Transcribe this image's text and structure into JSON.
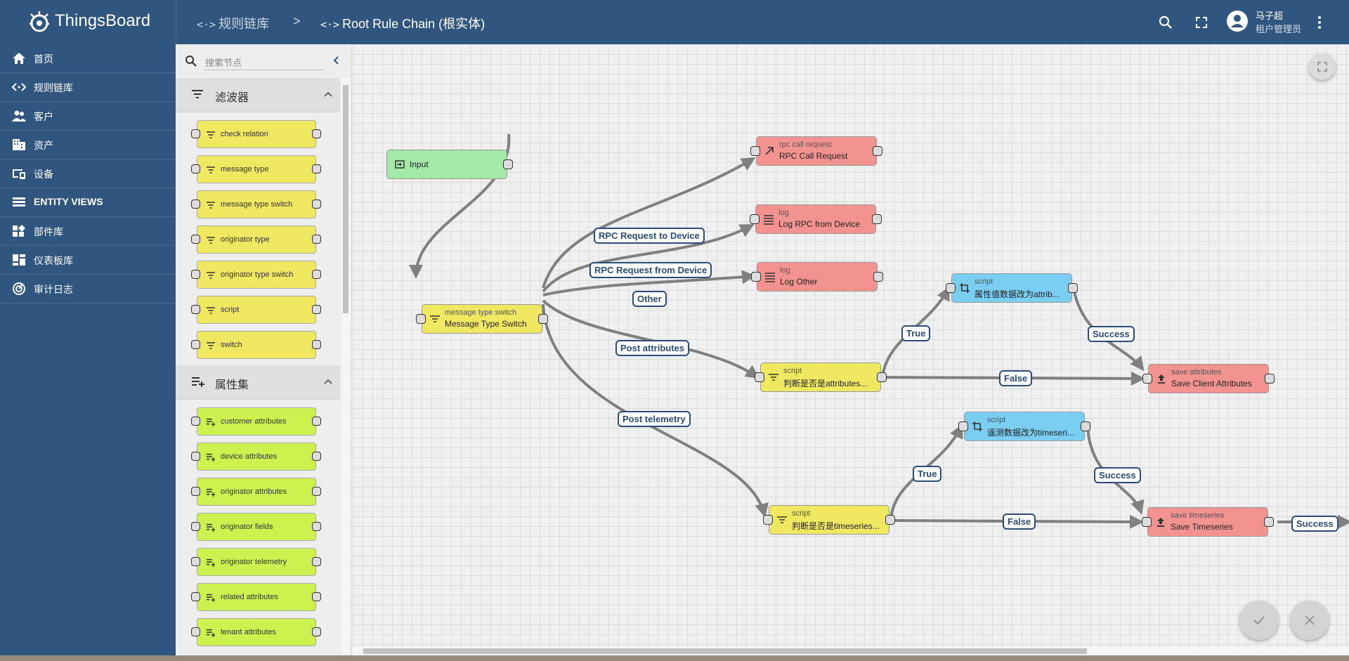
{
  "app": {
    "title": "ThingsBoard"
  },
  "breadcrumb": {
    "root": {
      "icon": "<·>",
      "label": "规则链库"
    },
    "separator": ">",
    "current": {
      "icon": "<·>",
      "label": "Root Rule Chain (根实体)"
    }
  },
  "user": {
    "name": "马子超",
    "role": "租户管理员"
  },
  "sidebar": {
    "items": [
      {
        "label": "首页",
        "icon": "home-icon"
      },
      {
        "label": "规则链库",
        "icon": "rule-chain-icon"
      },
      {
        "label": "客户",
        "icon": "customers-icon"
      },
      {
        "label": "资产",
        "icon": "assets-icon"
      },
      {
        "label": "设备",
        "icon": "devices-icon"
      },
      {
        "label": "ENTITY VIEWS",
        "icon": "entity-views-icon"
      },
      {
        "label": "部件库",
        "icon": "widgets-icon"
      },
      {
        "label": "仪表板库",
        "icon": "dashboards-icon"
      },
      {
        "label": "审计日志",
        "icon": "audit-log-icon"
      }
    ]
  },
  "library": {
    "search_placeholder": "搜索节点",
    "sections": [
      {
        "title": "滤波器",
        "color": "#f1e861",
        "items": [
          "check relation",
          "message type",
          "message type switch",
          "originator type",
          "originator type switch",
          "script",
          "switch"
        ]
      },
      {
        "title": "属性集",
        "color": "#cdf14e",
        "items": [
          "customer attributes",
          "device attributes",
          "originator attributes",
          "originator fields",
          "originator telemetry",
          "related attributes",
          "tenant attributes"
        ]
      }
    ]
  },
  "canvas": {
    "nodes": {
      "input": {
        "label": "Input",
        "color": "#a3eaa9"
      },
      "mts": {
        "type": "message type switch",
        "name": "Message Type Switch",
        "color": "#f1e861"
      },
      "rpc": {
        "type": "rpc call request",
        "name": "RPC Call Request",
        "color": "#f39390"
      },
      "logrpc": {
        "type": "log",
        "name": "Log RPC from Device",
        "color": "#f39390"
      },
      "logother": {
        "type": "log",
        "name": "Log Other",
        "color": "#f39390"
      },
      "script_attr_t": {
        "type": "script",
        "name": "属性值数据改为attrib...",
        "color": "#79cef1"
      },
      "script_attr": {
        "type": "script",
        "name": "判断是否是attributes...",
        "color": "#f1e861"
      },
      "save_attr": {
        "type": "save attributes",
        "name": "Save Client Attributes",
        "color": "#f39390"
      },
      "script_ts_t": {
        "type": "script",
        "name": "遥测数据改为timeseri...",
        "color": "#79cef1"
      },
      "script_ts": {
        "type": "script",
        "name": "判断是否是timeseries...",
        "color": "#f1e861"
      },
      "save_ts": {
        "type": "save timeseries",
        "name": "Save Timeseries",
        "color": "#f39390"
      }
    },
    "edge_labels": {
      "rpc_to_device": "RPC Request to Device",
      "rpc_from_device": "RPC Request from Device",
      "other": "Other",
      "post_attributes": "Post attributes",
      "post_telemetry": "Post telemetry",
      "true_attr": "True",
      "false_attr": "False",
      "success_attr": "Success",
      "true_ts": "True",
      "false_ts": "False",
      "success_ts": "Success",
      "success_out": "Success"
    }
  }
}
